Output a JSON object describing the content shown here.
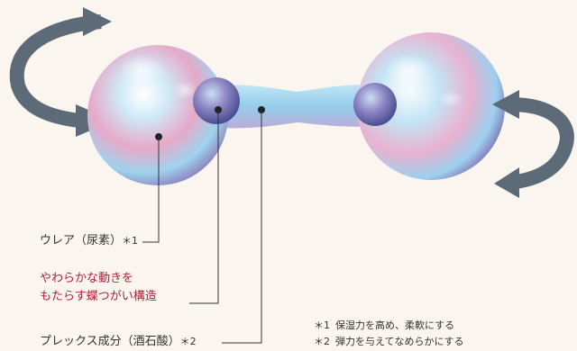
{
  "colors": {
    "background": "#faf6ef",
    "arrow": "#5d6b78",
    "accent_text": "#b0203a",
    "sphere_blue": "#9fd3ee",
    "sphere_pink": "#e6a9c9",
    "sphere_purple": "#8a78b8"
  },
  "labels": {
    "urea": "ウレア（尿素）",
    "urea_mark": "＊1",
    "bridge_line1": "やわらかな動きを",
    "bridge_line2": "もたらす蝶つがい構造",
    "plex": "プレックス成分（酒石酸）",
    "plex_mark": "＊2"
  },
  "notes": [
    {
      "mark": "＊1",
      "text": "保湿力を高め、柔軟にする"
    },
    {
      "mark": "＊2",
      "text": "弾力を与えてなめらかにする"
    }
  ],
  "icons": [
    "rotate-arrow-left-icon",
    "rotate-arrow-right-icon"
  ]
}
